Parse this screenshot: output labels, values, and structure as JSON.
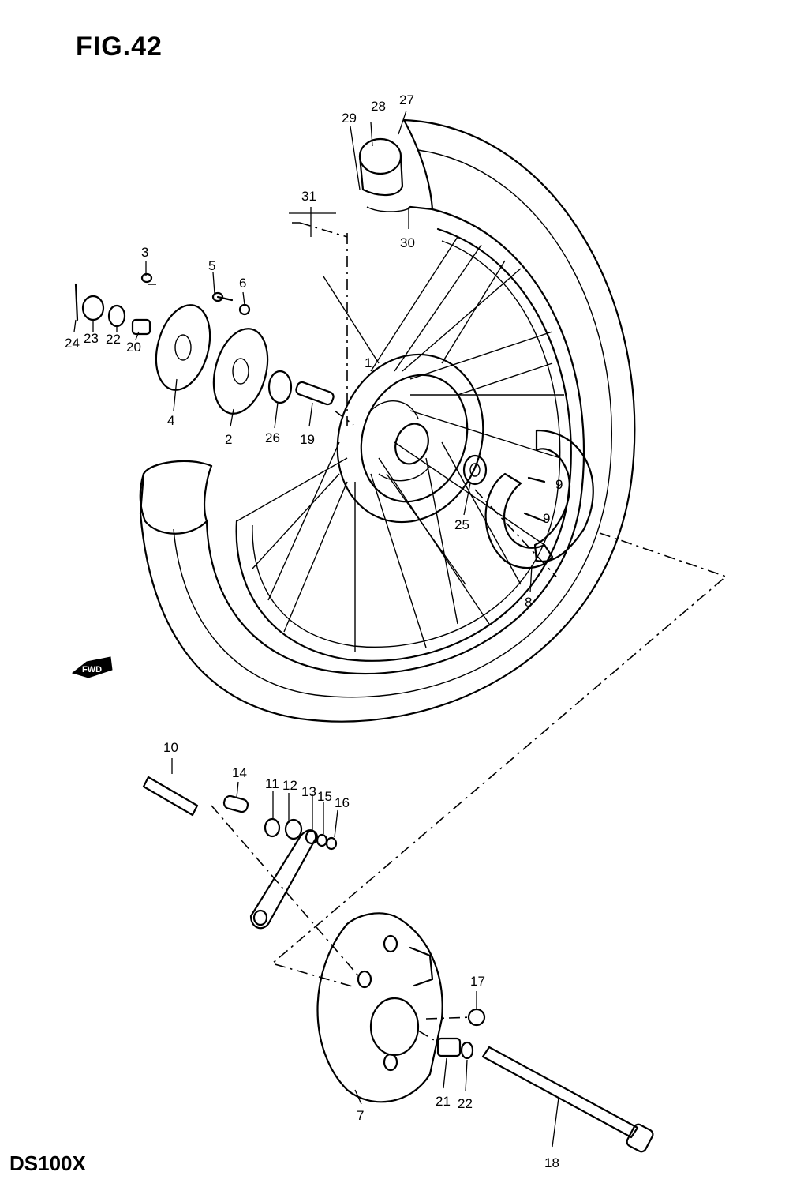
{
  "figure": {
    "title": "FIG.42",
    "model": "DS100X"
  },
  "fwd_tag": "FWD",
  "callouts": [
    "1",
    "2",
    "3",
    "4",
    "5",
    "6",
    "7",
    "8",
    "9",
    "9",
    "10",
    "11",
    "12",
    "13",
    "14",
    "15",
    "16",
    "17",
    "18",
    "19",
    "20",
    "21",
    "22",
    "22",
    "23",
    "24",
    "25",
    "26",
    "27",
    "28",
    "29",
    "30",
    "31"
  ],
  "icons": {
    "direction_marker": "fwd-arrow-icon"
  }
}
